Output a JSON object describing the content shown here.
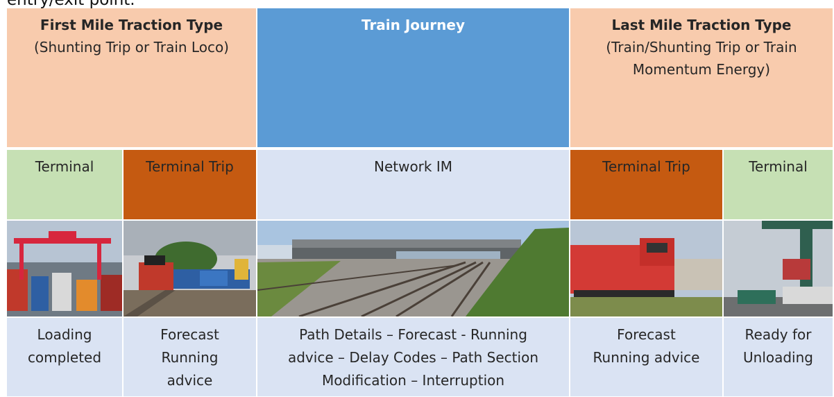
{
  "caption": "entry/exit point.",
  "header": {
    "first_mile": {
      "title": "First Mile Traction Type",
      "subtitle_lines": [
        "(Shunting Trip or Train Loco)"
      ]
    },
    "train_journey": {
      "title": "Train Journey"
    },
    "last_mile": {
      "title": "Last Mile Traction Type",
      "subtitle_lines": [
        "(Train/Shunting Trip or Train",
        "Momentum Energy)"
      ]
    }
  },
  "segments": [
    {
      "label": "Terminal",
      "color": "#c6e0b4",
      "description_lines": [
        "Loading",
        "completed"
      ],
      "image": "container-terminal-gantry-crane"
    },
    {
      "label": "Terminal Trip",
      "color": "#c55a11",
      "description_lines": [
        "Forecast",
        "Running",
        "advice"
      ],
      "image": "red-shunting-locomotive"
    },
    {
      "label": "Network IM",
      "color": "#dae3f3",
      "description_lines": [
        "Path Details – Forecast - Running",
        "advice – Delay Codes – Path Section",
        "Modification – Interruption"
      ],
      "image": "railway-tracks-under-bridge"
    },
    {
      "label": "Terminal Trip",
      "color": "#c55a11",
      "description_lines": [
        "Forecast",
        "Running advice"
      ],
      "image": "red-diesel-locomotive"
    },
    {
      "label": "Terminal",
      "color": "#c6e0b4",
      "description_lines": [
        "Ready for",
        "Unloading"
      ],
      "image": "container-crane-unloading"
    }
  ],
  "colors": {
    "header_side": "#f8cbad",
    "header_middle": "#5b9bd5",
    "description_bg": "#dae3f3"
  }
}
